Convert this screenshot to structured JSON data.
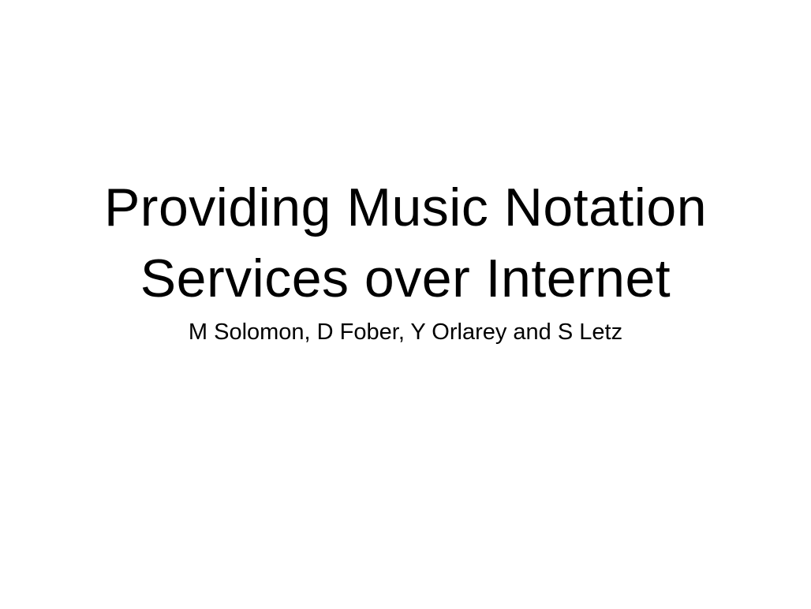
{
  "slide": {
    "title_lines": [
      "Providing Music Notation",
      "Services over Internet"
    ],
    "authors": "M Solomon, D Fober, Y Orlarey and S Letz"
  }
}
